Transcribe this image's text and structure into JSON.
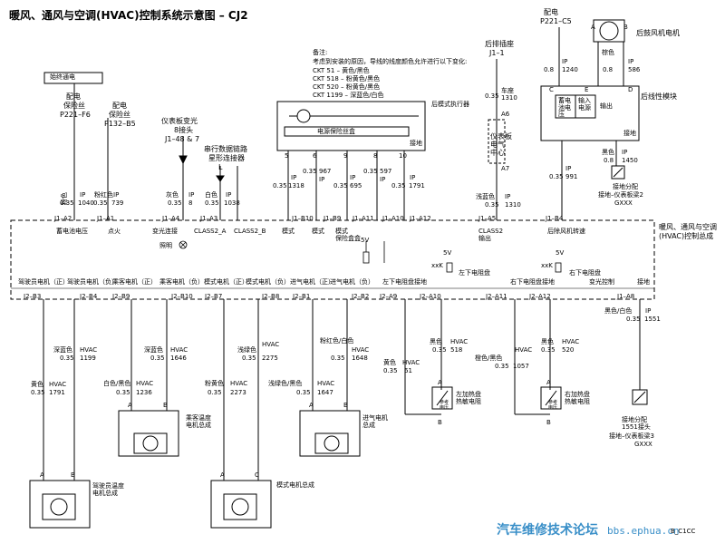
{
  "title": "暖风、通风与空调(HVAC)控制系统示意图 –   CJ2",
  "hot_run_box": "始终通电",
  "notes": {
    "title": "备注:",
    "line1": "考虑到安装的原因，导线的线度颜色允许进行以下变化:",
    "rows": [
      "CKT 51 – 黄色/黑色",
      "CKT 518 – 粉黄色/黑色",
      "CKT 520 – 粉黄色/黑色",
      "CKT 1199 – 深蓝色/白色"
    ]
  },
  "fuses": {
    "f6": {
      "a": "配电",
      "b": "保险丝",
      "c": "P221–F6"
    },
    "b5": {
      "a": "配电",
      "b": "保险丝",
      "c": "P132–B5"
    },
    "dim": {
      "a": "仪表板变光",
      "b": "8接头",
      "c": "J1–48 & 7"
    },
    "sdl": {
      "a": "串行数据链路",
      "b": "星形连接器",
      "c": "L"
    },
    "rear_fuse": {
      "a": "后排插座",
      "b": "J1–1"
    },
    "c5": {
      "a": "配电",
      "b": "P221–C5"
    }
  },
  "upper_wires": [
    {
      "color": "粉色",
      "size": "0.35",
      "ip": "IP",
      "ckt": "1040"
    },
    {
      "color": "粉红色",
      "size": "0.35",
      "ip": "IP",
      "ckt": "739"
    },
    {
      "color": "灰色",
      "size": "0.35",
      "ip": "IP",
      "ckt": "8"
    },
    {
      "color": "白色",
      "size": "0.35",
      "ip": "IP",
      "ckt": "1038"
    }
  ],
  "upper_pins": [
    "J1–A2",
    "J1–A1",
    "J1–A4",
    "J1–A3",
    "J1–B10",
    "J1–B9",
    "J1–A11",
    "J1–A10",
    "J1–A12",
    "J1–A5",
    "J1–B4"
  ],
  "upper_pin_funcs": [
    "蓄电池电压",
    "点火",
    "变光连接",
    "CLASS2_A",
    "CLASS2_B",
    "模式",
    "模式",
    "模式\n保险盒盒",
    "",
    "CLASS2\n输出",
    "后除风机转速"
  ],
  "actuator": {
    "name": "后模式执行器",
    "inner": "电源保险丝盒",
    "gnd": "接地",
    "pins": [
      "5",
      "6",
      "9",
      "8",
      "10"
    ]
  },
  "act_wires": [
    {
      "size": "0.35",
      "ip": "IP",
      "ckt": "1318"
    },
    {
      "size": "0.35",
      "ip": "IP",
      "ckt": "967"
    },
    {
      "size": "0.35",
      "ip": "IP",
      "ckt": "695"
    },
    {
      "size": "0.35",
      "ip": "IP",
      "ckt": "597"
    },
    {
      "size": "0.35",
      "ip": "IP",
      "ckt": "1791"
    }
  ],
  "ipc": {
    "label": "仪表板\n电气\n中心",
    "a6": "A6",
    "a7": "A7",
    "fuse": "车座\n1310",
    "w_top": "0.35",
    "w_bot": {
      "color": "浅蓝色",
      "size": "0.35",
      "ip": "IP",
      "ckt": "1310"
    }
  },
  "rear_blower": {
    "motor": "后鼓风机电机",
    "module": "后线性模块",
    "pins": [
      "A",
      "B",
      "C",
      "D",
      "E"
    ],
    "w1": {
      "size": "0.8",
      "ip": "IP",
      "ckt": "1240"
    },
    "w2": {
      "color": "棕色",
      "size": "0.8",
      "ip": "IP",
      "ckt": "586"
    },
    "w3": {
      "color": "黑色",
      "size": "0.8",
      "ip": "IP",
      "ckt": "1450"
    },
    "w4": {
      "size": "0.35",
      "ip": "IP",
      "ckt": "991"
    },
    "inner": [
      "蓄电\n池电\n压",
      "输入\n电源",
      "输出",
      "接地"
    ],
    "gnd": "接地分配",
    "gnd_loc": "接地–仪表板梁2",
    "gnd_code": "GXXX"
  },
  "module": {
    "name": "暖风、通风与空调(HVAC)控制总成",
    "dimmer": "照明",
    "v5": "5V",
    "xxk": "xxK"
  },
  "lower_pins": [
    "J2–B3",
    "J2–B4",
    "J2–B9",
    "J2–B10",
    "J2–B7",
    "J2–B8",
    "J2–B1",
    "J2–B2",
    "J2–A9",
    "J2–A10",
    "J2–A11",
    "J2–A12",
    "J1–A8"
  ],
  "lower_funcs": [
    "驾驶员电机（正）",
    "驾驶员电机（负）",
    "乘客电机（正）",
    "乘客电机（负）",
    "模式电机（正）",
    "模式电机（负）",
    "进气电机（正）",
    "进气电机（负）",
    "左下电阻盘接地",
    "左下电阻盘",
    "右下电阻盘接地",
    "右下电阻盘",
    "变光控制",
    "接地"
  ],
  "lower_wires": [
    {
      "color": "黄色",
      "size": "0.35",
      "hv": "HVAC",
      "ckt": "1791"
    },
    {
      "color": "深蓝色",
      "size": "0.35",
      "hv": "HVAC",
      "ckt": "1199"
    },
    {
      "color": "白色/黑色",
      "size": "0.35",
      "hv": "HVAC",
      "ckt": "1236"
    },
    {
      "color": "深蓝色",
      "size": "0.35",
      "hv": "HVAC",
      "ckt": "1646"
    },
    {
      "color": "粉黄色",
      "size": "0.35",
      "hv": "HVAC",
      "ckt": "2273"
    },
    {
      "color": "浅绿色",
      "size": "0.35",
      "hv": "HVAC",
      "ckt": "2275"
    },
    {
      "color": "浅绿色/黑色",
      "size": "0.35",
      "hv": "HVAC",
      "ckt": "1647"
    },
    {
      "color": "粉红色/白色",
      "size": "0.35",
      "hv": "HVAC",
      "ckt": "1648"
    },
    {
      "color": "黄色",
      "size": "0.35",
      "hv": "HVAC",
      "ckt": "61"
    },
    {
      "color": "黑色",
      "size": "0.35",
      "hv": "HVAC",
      "ckt": "518"
    },
    {
      "color": "橙色/黑色",
      "size": "0.35",
      "hv": "HVAC",
      "ckt": "1057"
    },
    {
      "color": "黑色",
      "size": "0.35",
      "hv": "HVAC",
      "ckt": "520"
    },
    {
      "color": "黑色/白色",
      "size": "0.35",
      "hv": "IP",
      "ckt": "1551"
    }
  ],
  "motors": {
    "driver": "驾驶员温度\n电机总成",
    "passenger": "乘客温度\n电机总成",
    "mode": "模式电机总成",
    "intake": "进气电机\n总成",
    "left_sensor": "左加热盘\n热敏电阻",
    "right_sensor": "右加热盘\n热敏电阻",
    "sensor_inner": "参考\n电压",
    "gnd": "接地分配\n1551接头",
    "gnd_loc": "接地–仪表板梁3",
    "gnd_code": "GXXX",
    "ab": [
      "A",
      "B",
      "C",
      "A",
      "B"
    ]
  },
  "watermark": "汽车维修技术论坛",
  "watermark_url": "bbs.ephua.cn",
  "code_mark": "B_C1CC"
}
